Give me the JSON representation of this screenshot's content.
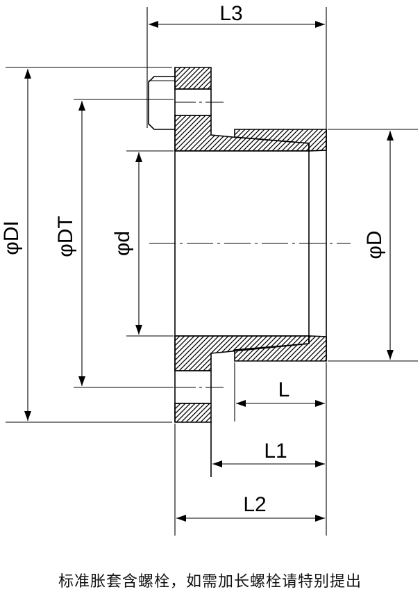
{
  "dimensions": {
    "L3": "L3",
    "DI": "φDI",
    "DT": "φDT",
    "d": "φd",
    "D": "φD",
    "L": "L",
    "L1": "L1",
    "L2": "L2"
  },
  "caption": "标准胀套含螺栓，如需加长螺栓请特别提出"
}
